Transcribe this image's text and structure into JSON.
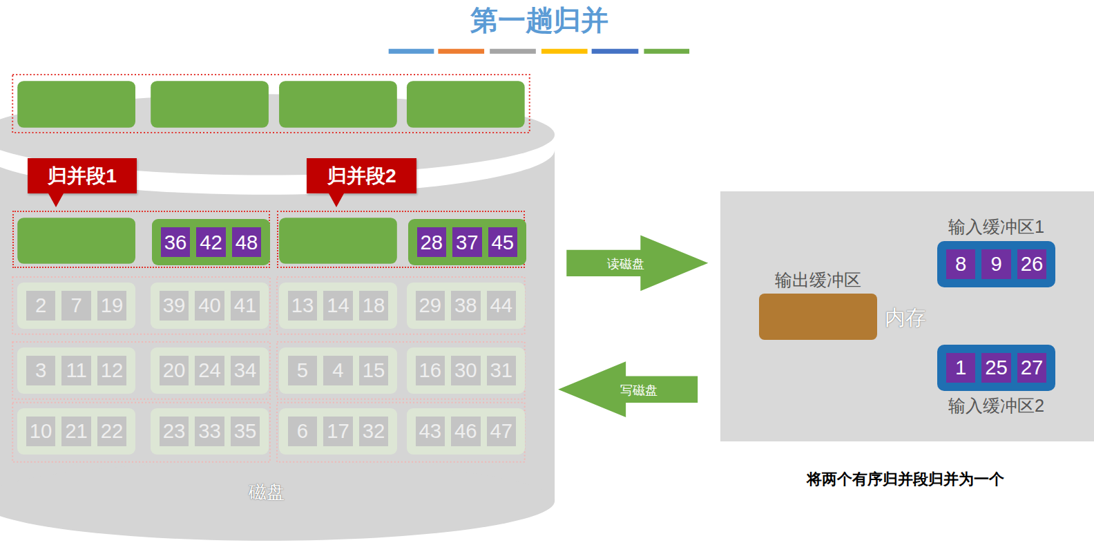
{
  "diagram": {
    "title": "第一趟归并",
    "caption": "将两个有序归并段归并为一个",
    "nodes": [
      {
        "text": [
          "磁盘"
        ]
      },
      {
        "text": [
          "归并段1"
        ],
        "in": 0
      },
      {
        "text": [
          "36",
          "42",
          "48"
        ],
        "in": 1
      },
      {
        "text": [
          "归并段2"
        ],
        "in": 0
      },
      {
        "text": [
          "28",
          "37",
          "45"
        ],
        "in": 3
      },
      {
        "text": [
          "2",
          "7",
          "19"
        ],
        "in": 0
      },
      {
        "text": [
          "39",
          "40",
          "41"
        ],
        "in": 0
      },
      {
        "text": [
          "13",
          "14",
          "18"
        ],
        "in": 0
      },
      {
        "text": [
          "29",
          "38",
          "44"
        ],
        "in": 0
      },
      {
        "text": [
          "3",
          "11",
          "12"
        ],
        "in": 0
      },
      {
        "text": [
          "20",
          "24",
          "34"
        ],
        "in": 0
      },
      {
        "text": [
          "5",
          "4",
          "15"
        ],
        "in": 0
      },
      {
        "text": [
          "16",
          "30",
          "31"
        ],
        "in": 0
      },
      {
        "text": [
          "10",
          "21",
          "22"
        ],
        "in": 0
      },
      {
        "text": [
          "23",
          "33",
          "35"
        ],
        "in": 0
      },
      {
        "text": [
          "6",
          "17",
          "32"
        ],
        "in": 0
      },
      {
        "text": [
          "43",
          "46",
          "47"
        ],
        "in": 0
      },
      {
        "text": [
          "内存"
        ]
      },
      {
        "text": [
          "输出缓冲区"
        ],
        "in": 17
      },
      {
        "text": [
          "输入缓冲区1",
          "8",
          "9",
          "26"
        ],
        "in": 17
      },
      {
        "text": [
          "输入缓冲区2",
          "1",
          "25",
          "27"
        ],
        "in": 17
      }
    ],
    "edges": [
      {
        "from": 0,
        "to": 17,
        "arrow": "to",
        "label": "读磁盘"
      },
      {
        "from": 17,
        "to": 0,
        "arrow": "to",
        "label": "写磁盘"
      }
    ]
  }
}
